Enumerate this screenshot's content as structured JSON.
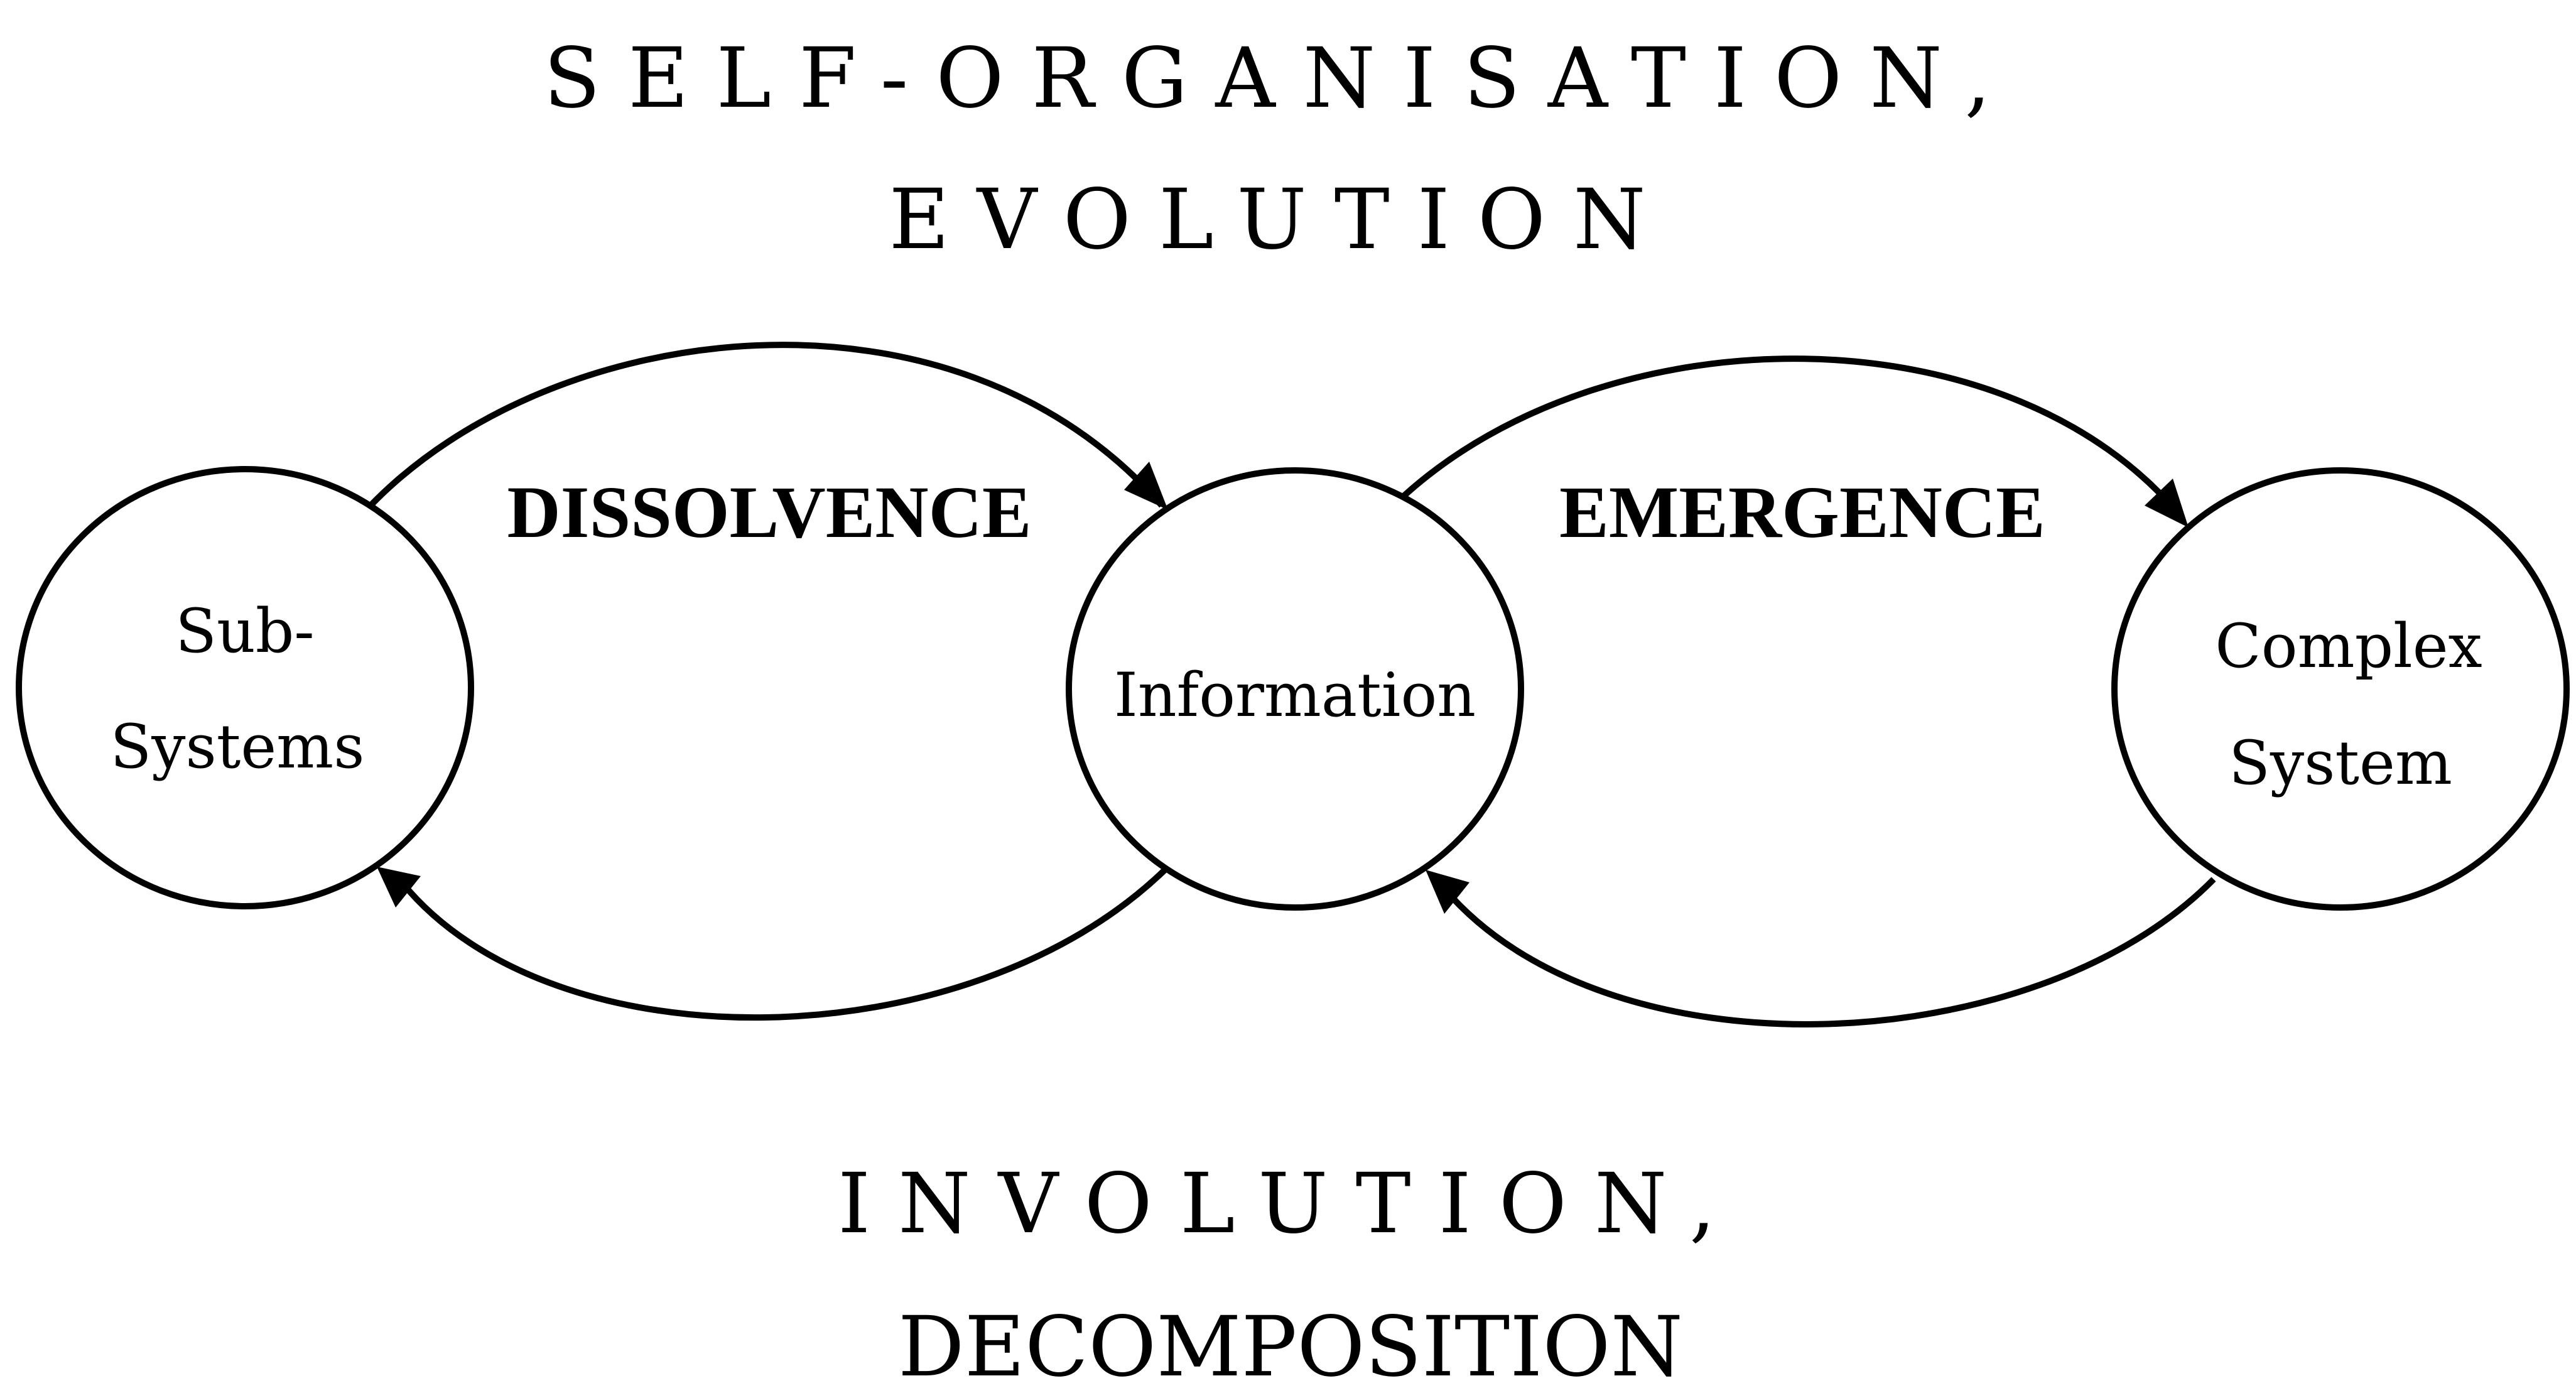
{
  "top_heading": {
    "line1": "SELF-ORGANISATION,",
    "line2": "EVOLUTION"
  },
  "bottom_heading": {
    "line1": "INVOLUTION,",
    "line2": "DECOMPOSITION"
  },
  "nodes": {
    "subsystems": {
      "line1": "Sub-",
      "line2": "Systems"
    },
    "information": {
      "line1": "Information"
    },
    "complex_system": {
      "line1": "Complex",
      "line2": "System"
    }
  },
  "edges": {
    "dissolvence": "DISSOLVENCE",
    "emergence": "EMERGENCE"
  },
  "colors": {
    "stroke": "#000000",
    "background": "#ffffff"
  }
}
